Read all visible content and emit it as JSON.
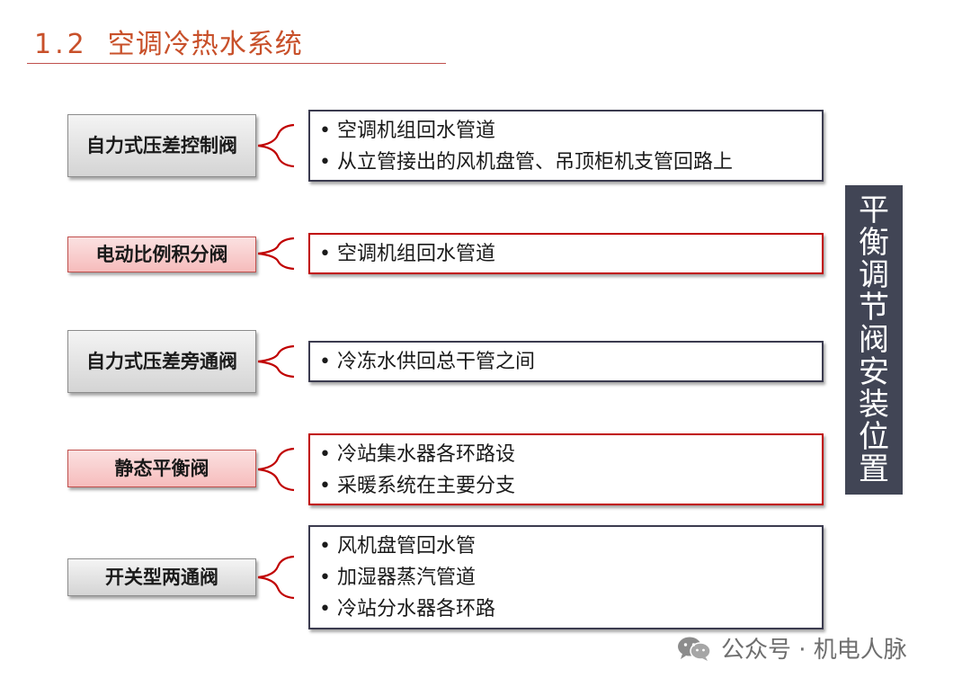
{
  "header": {
    "number": "1.2",
    "title": "空调冷热水系统"
  },
  "rows": [
    {
      "valve": "自力式压差控制阀",
      "items": [
        "空调机组回水管道",
        "从立管接出的风机盘管、吊顶柜机支管回路上"
      ]
    },
    {
      "valve": "电动比例积分阀",
      "items": [
        "空调机组回水管道"
      ]
    },
    {
      "valve": "自力式压差旁通阀",
      "items": [
        "冷冻水供回总干管之间"
      ]
    },
    {
      "valve": "静态平衡阀",
      "items": [
        "冷站集水器各环路设",
        "采暖系统在主要分支"
      ]
    },
    {
      "valve": "开关型两通阀",
      "items": [
        "风机盘管回水管",
        "加湿器蒸汽管道",
        "冷站分水器各环路"
      ]
    }
  ],
  "side_label": "平衡调节阀安装位置",
  "watermark": {
    "icon": "wechat-icon",
    "text": "公众号 · 机电人脉"
  },
  "colors": {
    "accent": "#c8502a",
    "red_border": "#c00000",
    "dark_panel": "#414555",
    "pink_fill": "#f6bcbc"
  }
}
